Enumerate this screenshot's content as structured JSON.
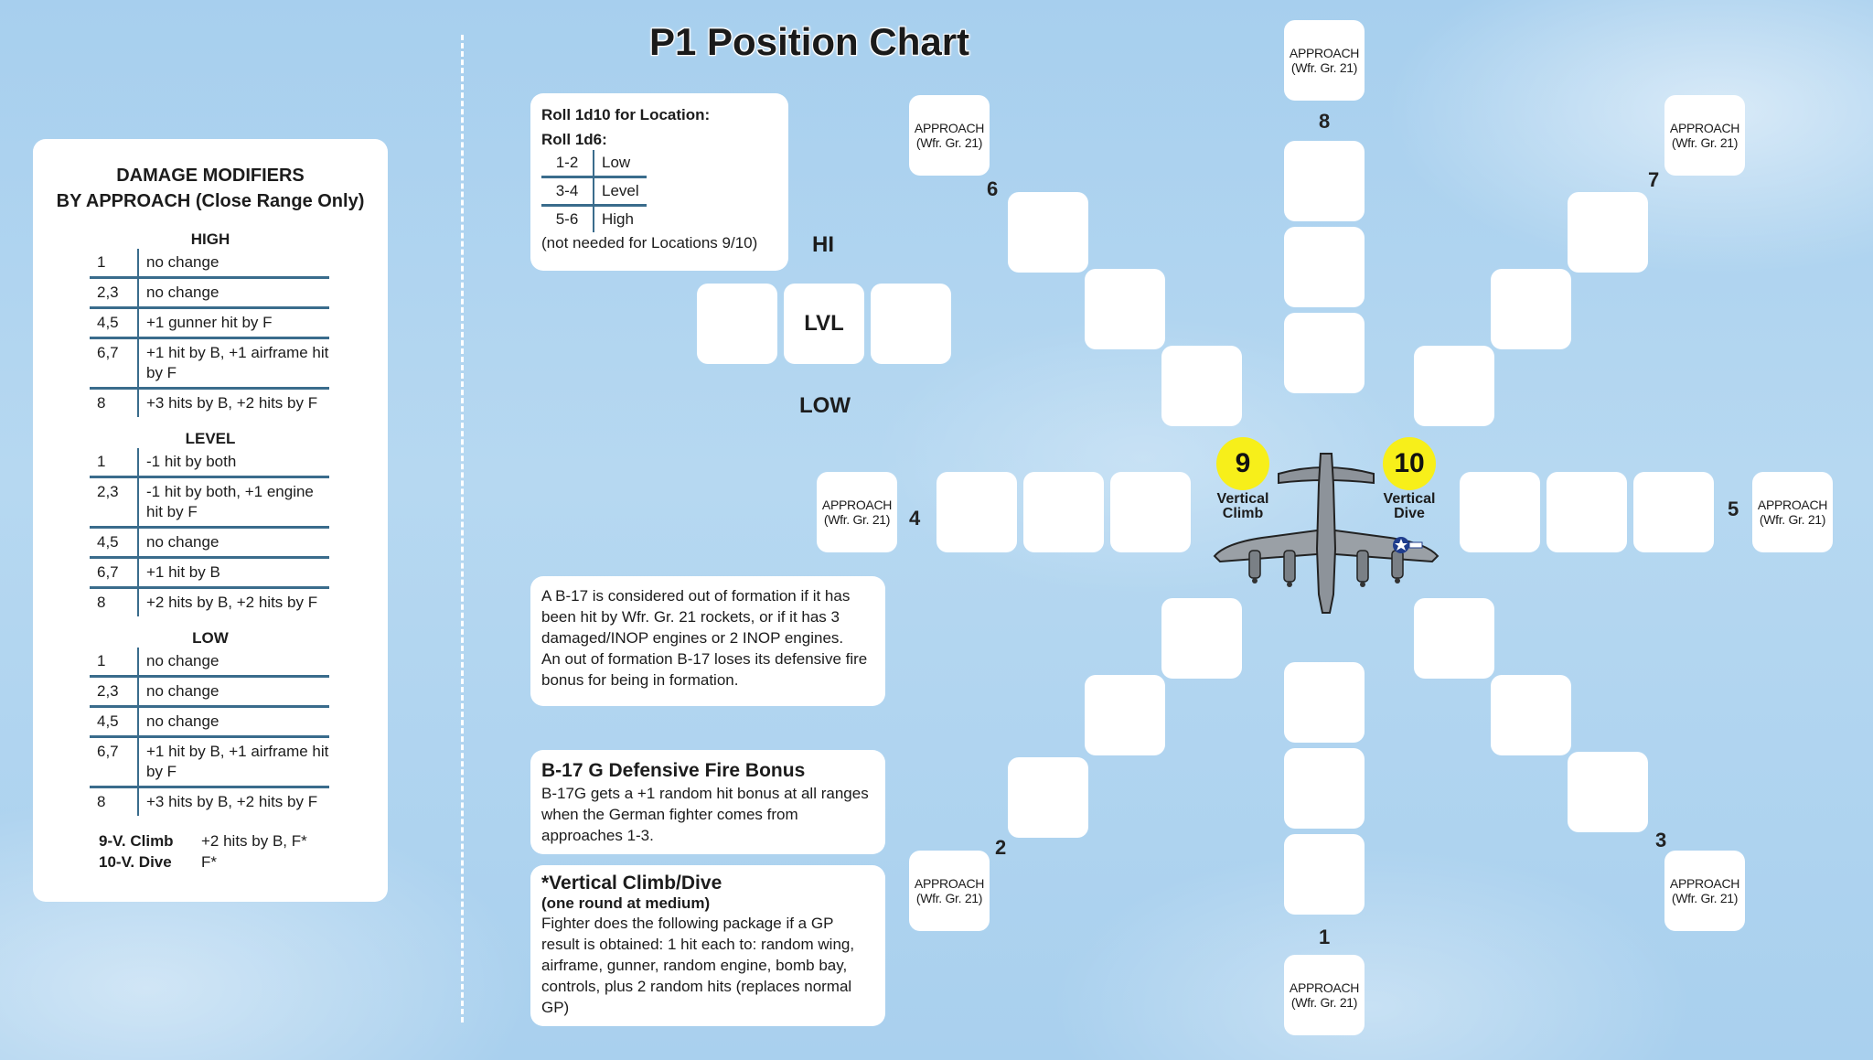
{
  "page": {
    "title": "P1 Position Chart"
  },
  "damage_modifiers": {
    "title_line1": "DAMAGE MODIFIERS",
    "title_line2": "BY APPROACH (Close Range Only)",
    "sections": [
      {
        "name": "HIGH",
        "rows": [
          {
            "roll": "1",
            "effect": "no change"
          },
          {
            "roll": "2,3",
            "effect": "no change"
          },
          {
            "roll": "4,5",
            "effect": "+1 gunner hit by F"
          },
          {
            "roll": "6,7",
            "effect": "+1 hit by B, +1 airframe hit by F"
          },
          {
            "roll": "8",
            "effect": "+3 hits by B, +2 hits by F"
          }
        ]
      },
      {
        "name": "LEVEL",
        "rows": [
          {
            "roll": "1",
            "effect": "-1 hit by both"
          },
          {
            "roll": "2,3",
            "effect": "-1 hit by both, +1 engine hit by F"
          },
          {
            "roll": "4,5",
            "effect": "no change"
          },
          {
            "roll": "6,7",
            "effect": "+1 hit by B"
          },
          {
            "roll": "8",
            "effect": "+2 hits by B, +2 hits by F"
          }
        ]
      },
      {
        "name": "LOW",
        "rows": [
          {
            "roll": "1",
            "effect": "no change"
          },
          {
            "roll": "2,3",
            "effect": "no change"
          },
          {
            "roll": "4,5",
            "effect": "no change"
          },
          {
            "roll": "6,7",
            "effect": "+1 hit by B, +1 airframe hit by F"
          },
          {
            "roll": "8",
            "effect": "+3 hits by B, +2 hits by F"
          }
        ]
      }
    ],
    "climb_label": "9-V. Climb",
    "climb_value": "+2 hits by B, F*",
    "dive_label": "10-V. Dive",
    "dive_value": "F*"
  },
  "roll_box": {
    "line1": "Roll 1d10 for Location:",
    "line2": "Roll 1d6:",
    "rows": [
      {
        "roll": "1-2",
        "result": "Low"
      },
      {
        "roll": "3-4",
        "result": "Level"
      },
      {
        "roll": "5-6",
        "result": "High"
      }
    ],
    "note": "(not needed for Locations 9/10)"
  },
  "altitude": {
    "hi": "HI",
    "lvl": "LVL",
    "low": "LOW"
  },
  "formation_note": {
    "p1": "A B-17 is considered out of formation if it has been hit by Wfr. Gr. 21 rockets, or if it has 3 damaged/INOP engines or 2 INOP engines.",
    "p2": "An out of formation B-17 loses its defensive fire bonus for being in formation."
  },
  "defensive_bonus": {
    "title": "B-17 G Defensive Fire Bonus",
    "body": "B-17G gets a +1 random hit bonus at all ranges when the German fighter comes from approaches 1-3."
  },
  "vertical_box": {
    "title": "*Vertical Climb/Dive",
    "subtitle": "(one round at medium)",
    "body": "Fighter does the following package if a GP result is obtained: 1 hit each to: random wing, airframe, gunner, random engine, bomb bay, controls, plus 2 random hits (replaces normal GP)"
  },
  "approach": {
    "line1": "APPROACH",
    "line2": "(Wfr. Gr. 21)"
  },
  "approach_numbers": {
    "n1": "1",
    "n2": "2",
    "n3": "3",
    "n4": "4",
    "n5": "5",
    "n6": "6",
    "n7": "7",
    "n8": "8"
  },
  "vertical": {
    "climb_num": "9",
    "climb_line1": "Vertical",
    "climb_line2": "Climb",
    "dive_num": "10",
    "dive_line1": "Vertical",
    "dive_line2": "Dive"
  },
  "colors": {
    "sky": "#a7cfee",
    "table_rule": "#3a6c8c",
    "marker_yellow": "#f7ef1a"
  }
}
